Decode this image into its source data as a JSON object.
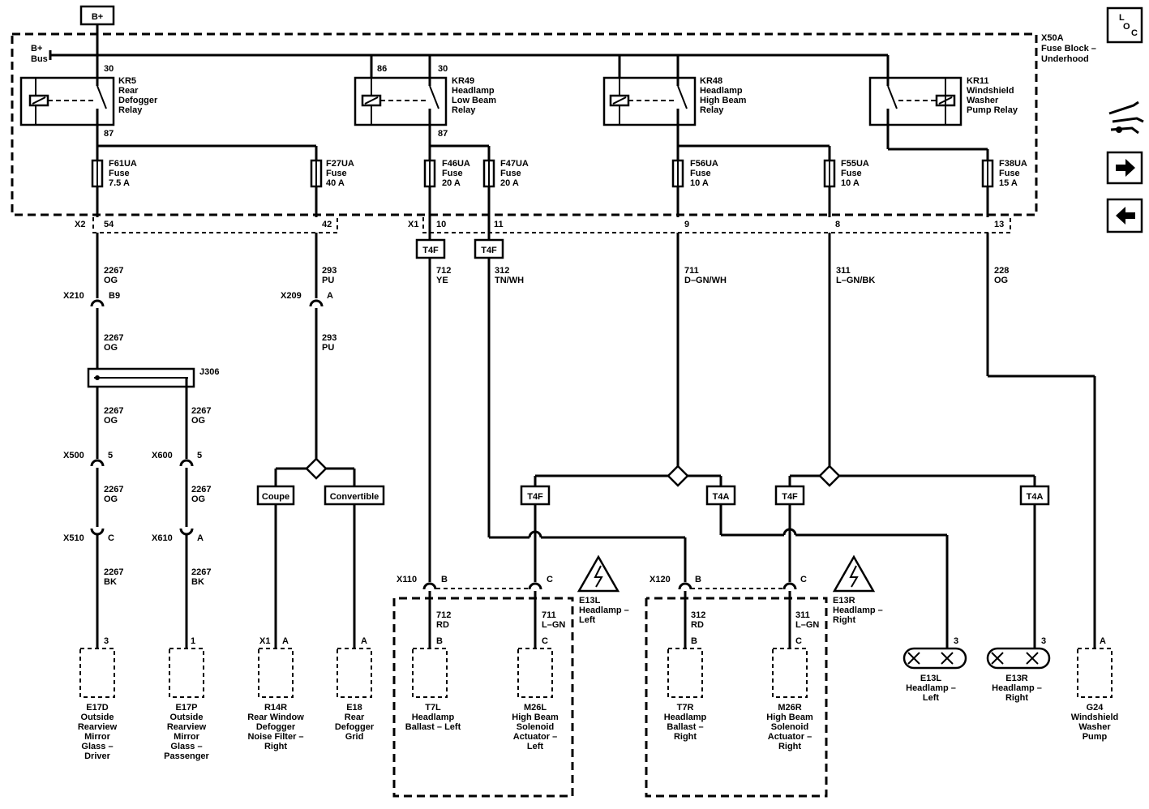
{
  "top": {
    "bplus": "B+",
    "loc_l": "L",
    "loc_o": "O",
    "loc_c": "C"
  },
  "fuse_block": {
    "id": "X50A",
    "line1": "Fuse Block –",
    "line2": "Underhood",
    "bus1": "B+",
    "bus2": "Bus",
    "x2": "X2",
    "x1": "X1"
  },
  "relays": {
    "kr5": {
      "l1": "KR5",
      "l2": "Rear",
      "l3": "Defogger",
      "l4": "Relay",
      "pin_in": "30",
      "pin_out": "87"
    },
    "kr49": {
      "l1": "KR49",
      "l2": "Headlamp",
      "l3": "Low Beam",
      "l4": "Relay",
      "pin_coil": "86",
      "pin_in": "30",
      "pin_out": "87"
    },
    "kr48": {
      "l1": "KR48",
      "l2": "Headlamp",
      "l3": "High Beam",
      "l4": "Relay"
    },
    "kr11": {
      "l1": "KR11",
      "l2": "Windshield",
      "l3": "Washer",
      "l4": "Pump Relay"
    }
  },
  "fuses": [
    {
      "n": "F61UA",
      "t": "Fuse",
      "a": "7.5 A",
      "pin": "54"
    },
    {
      "n": "F27UA",
      "t": "Fuse",
      "a": "40 A",
      "pin": "42"
    },
    {
      "n": "F46UA",
      "t": "Fuse",
      "a": "20 A",
      "pin": "10"
    },
    {
      "n": "F47UA",
      "t": "Fuse",
      "a": "20 A",
      "pin": "11"
    },
    {
      "n": "F56UA",
      "t": "Fuse",
      "a": "10 A",
      "pin": "9"
    },
    {
      "n": "F55UA",
      "t": "Fuse",
      "a": "10 A",
      "pin": "8"
    },
    {
      "n": "F38UA",
      "t": "Fuse",
      "a": "15 A",
      "pin": "13"
    }
  ],
  "wires": {
    "c2267": "2267",
    "og": "OG",
    "bk": "BK",
    "c293": "293",
    "pu": "PU",
    "c712": "712",
    "ye": "YE",
    "rd": "RD",
    "c312": "312",
    "tnwh": "TN/WH",
    "c711": "711",
    "dgnwh": "D–GN/WH",
    "lgn": "L–GN",
    "c311": "311",
    "lgnbk": "L–GN/BK",
    "c228": "228"
  },
  "connectors": {
    "x210": "X210",
    "b9": "B9",
    "x209": "X209",
    "a": "A",
    "j306": "J306",
    "x500": "X500",
    "x600": "X600",
    "x510": "X510",
    "x610": "X610",
    "p5": "5",
    "pc": "C",
    "pa": "A",
    "pb": "B",
    "x110": "X110",
    "x120": "X120",
    "x1": "X1",
    "p3": "3",
    "p1": "1"
  },
  "options": {
    "t4f": "T4F",
    "t4a": "T4A",
    "coupe": "Coupe",
    "convertible": "Convertible"
  },
  "components": {
    "e17d": [
      "E17D",
      "Outside",
      "Rearview",
      "Mirror",
      "Glass –",
      "Driver"
    ],
    "e17p": [
      "E17P",
      "Outside",
      "Rearview",
      "Mirror",
      "Glass –",
      "Passenger"
    ],
    "r14r": [
      "R14R",
      "Rear Window",
      "Defogger",
      "Noise Filter –",
      "Right"
    ],
    "e18": [
      "E18",
      "Rear",
      "Defogger",
      "Grid"
    ],
    "t7l": [
      "T7L",
      "Headlamp",
      "Ballast – Left"
    ],
    "m26l": [
      "M26L",
      "High Beam",
      "Solenoid",
      "Actuator –",
      "Left"
    ],
    "t7r": [
      "T7R",
      "Headlamp",
      "Ballast –",
      "Right"
    ],
    "m26r": [
      "M26R",
      "High Beam",
      "Solenoid",
      "Actuator –",
      "Right"
    ],
    "e13l_bulb": [
      "E13L",
      "Headlamp –",
      "Left"
    ],
    "e13r_bulb": [
      "E13R",
      "Headlamp –",
      "Right"
    ],
    "g24": [
      "G24",
      "Windshield",
      "Washer",
      "Pump"
    ],
    "e13l_lamp": [
      "E13L",
      "Headlamp –",
      "Left"
    ],
    "e13r_lamp": [
      "E13R",
      "Headlamp –",
      "Right"
    ]
  },
  "nav_icons": [
    "harness-connector-icon",
    "arrow-right-icon",
    "arrow-left-icon"
  ]
}
